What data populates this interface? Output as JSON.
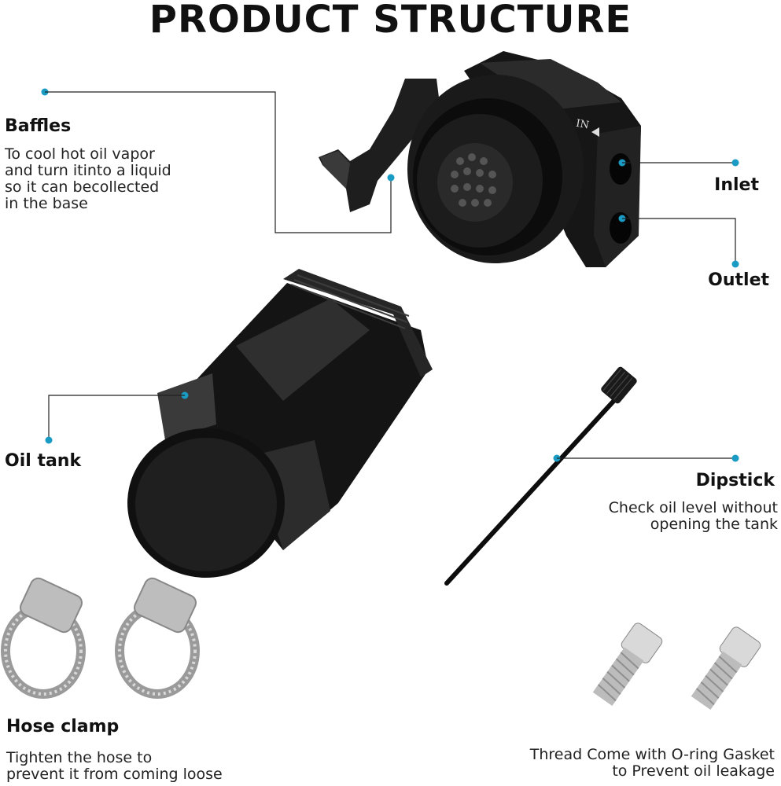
{
  "title": "PRODUCT STRUCTURE",
  "labels": {
    "baffles": {
      "name": "Baffles",
      "desc": [
        "To cool hot oil vapor",
        "and turn itinto a liquid",
        "so it can becollected",
        "in the base"
      ]
    },
    "inlet": {
      "name": "Inlet"
    },
    "outlet": {
      "name": "Outlet"
    },
    "oil_tank": {
      "name": "Oil tank"
    },
    "dipstick": {
      "name": "Dipstick",
      "desc": [
        "Check oil level without",
        "opening the tank"
      ]
    },
    "hose_clamp": {
      "name": "Hose clamp",
      "desc": [
        "Tighten the hose to",
        "prevent it from coming loose"
      ]
    },
    "thread": {
      "desc": [
        "Thread Come with O-ring Gasket",
        "to Prevent oil leakage"
      ]
    }
  },
  "cap_marking": "IN",
  "colors": {
    "accent": "#1a9bc4",
    "part": "#111111"
  }
}
